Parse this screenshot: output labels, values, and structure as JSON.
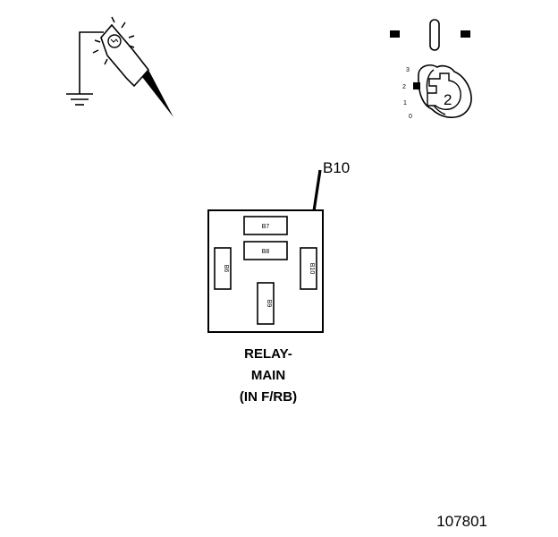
{
  "callout": {
    "label": "B10"
  },
  "relay": {
    "title_line1": "RELAY-",
    "title_line2": "MAIN",
    "title_line3": "(IN F/RB)",
    "pins": [
      {
        "id": "b7",
        "label": "B7"
      },
      {
        "id": "b8",
        "label": "B8"
      },
      {
        "id": "b6",
        "label": "B6"
      },
      {
        "id": "b9",
        "label": "B9"
      },
      {
        "id": "b10",
        "label": "B10"
      }
    ]
  },
  "ignition": {
    "positions": [
      "3",
      "2",
      "1",
      "0"
    ],
    "key_position": "2"
  },
  "reference_number": "107801"
}
